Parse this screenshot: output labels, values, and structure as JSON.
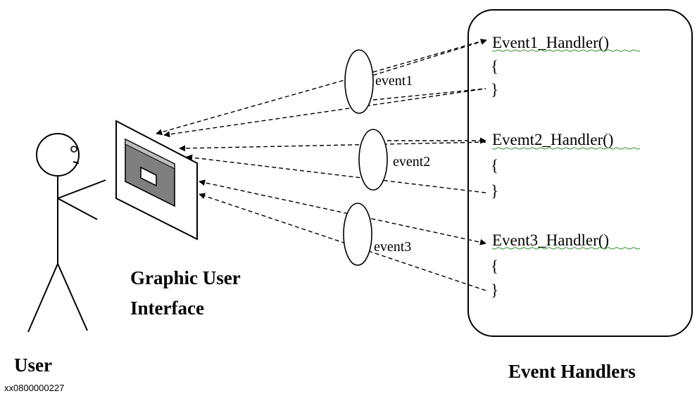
{
  "actor": {
    "label": "User"
  },
  "gui": {
    "label_line1": "Graphic User",
    "label_line2": "Interface"
  },
  "handlers_box": {
    "title": "Event Handlers"
  },
  "events": [
    {
      "label": "event1",
      "handler": "Event1_Handler()",
      "open_brace": "{",
      "close_brace": "}"
    },
    {
      "label": "event2",
      "handler": "Evemt2_Handler()",
      "open_brace": "{",
      "close_brace": "}"
    },
    {
      "label": "event3",
      "handler": "Event3_Handler()",
      "open_brace": "{",
      "close_brace": "}"
    }
  ],
  "caption": "xx0800000227",
  "colors": {
    "line": "#000000",
    "spellcheck_underline": "#2e8b2e",
    "screen_inner": "#808080"
  }
}
